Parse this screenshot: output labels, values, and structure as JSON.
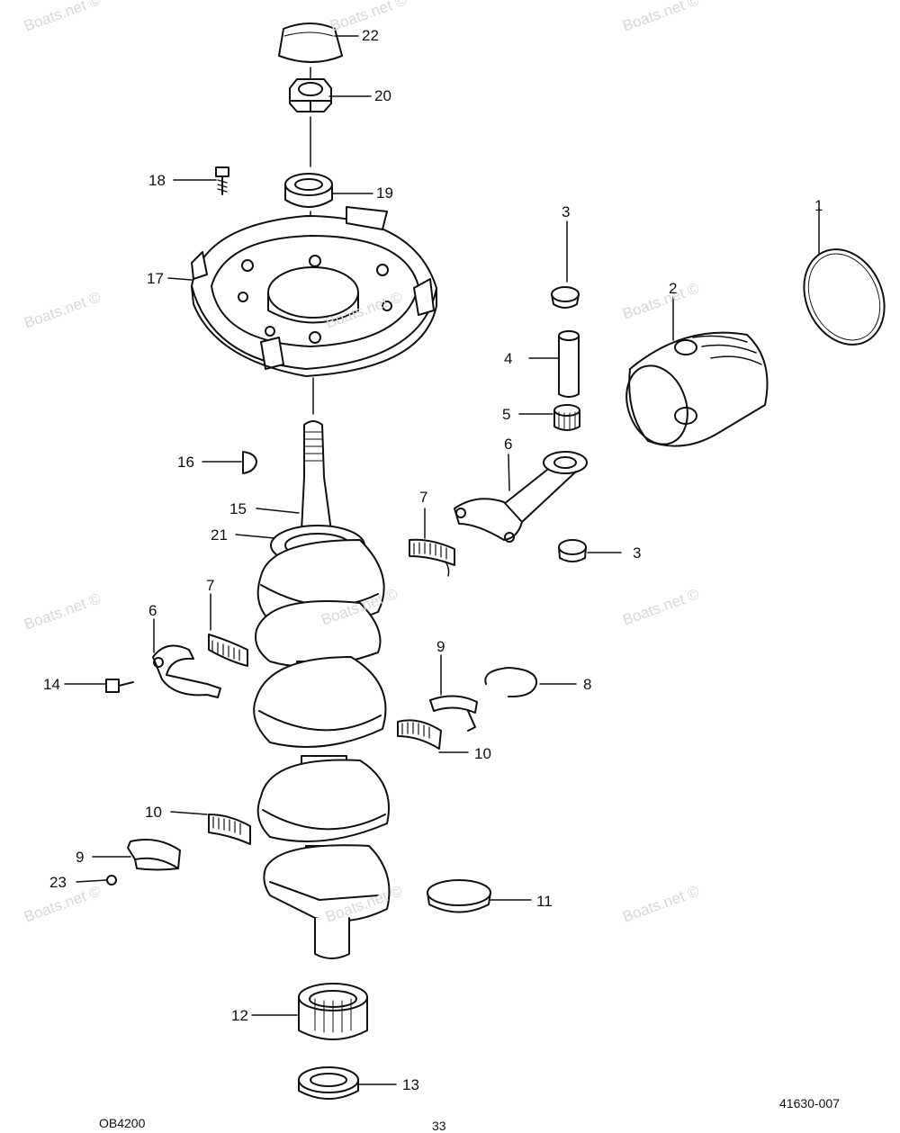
{
  "watermark": "Boats.net ©",
  "footer": {
    "left_code": "OB4200",
    "page_fragment": "33",
    "right_code": "41630-007"
  },
  "callouts": [
    {
      "id": "c1",
      "text": "1"
    },
    {
      "id": "c2",
      "text": "2"
    },
    {
      "id": "c3a",
      "text": "3"
    },
    {
      "id": "c3b",
      "text": "3"
    },
    {
      "id": "c4",
      "text": "4"
    },
    {
      "id": "c5",
      "text": "5"
    },
    {
      "id": "c6a",
      "text": "6"
    },
    {
      "id": "c6b",
      "text": "6"
    },
    {
      "id": "c7a",
      "text": "7"
    },
    {
      "id": "c7b",
      "text": "7"
    },
    {
      "id": "c8",
      "text": "8"
    },
    {
      "id": "c9a",
      "text": "9"
    },
    {
      "id": "c9b",
      "text": "9"
    },
    {
      "id": "c10a",
      "text": "10"
    },
    {
      "id": "c10b",
      "text": "10"
    },
    {
      "id": "c11",
      "text": "11"
    },
    {
      "id": "c12",
      "text": "12"
    },
    {
      "id": "c13",
      "text": "13"
    },
    {
      "id": "c14",
      "text": "14"
    },
    {
      "id": "c15",
      "text": "15"
    },
    {
      "id": "c16",
      "text": "16"
    },
    {
      "id": "c17",
      "text": "17"
    },
    {
      "id": "c18",
      "text": "18"
    },
    {
      "id": "c19",
      "text": "19"
    },
    {
      "id": "c20",
      "text": "20"
    },
    {
      "id": "c21",
      "text": "21"
    },
    {
      "id": "c22",
      "text": "22"
    },
    {
      "id": "c23",
      "text": "23"
    }
  ]
}
